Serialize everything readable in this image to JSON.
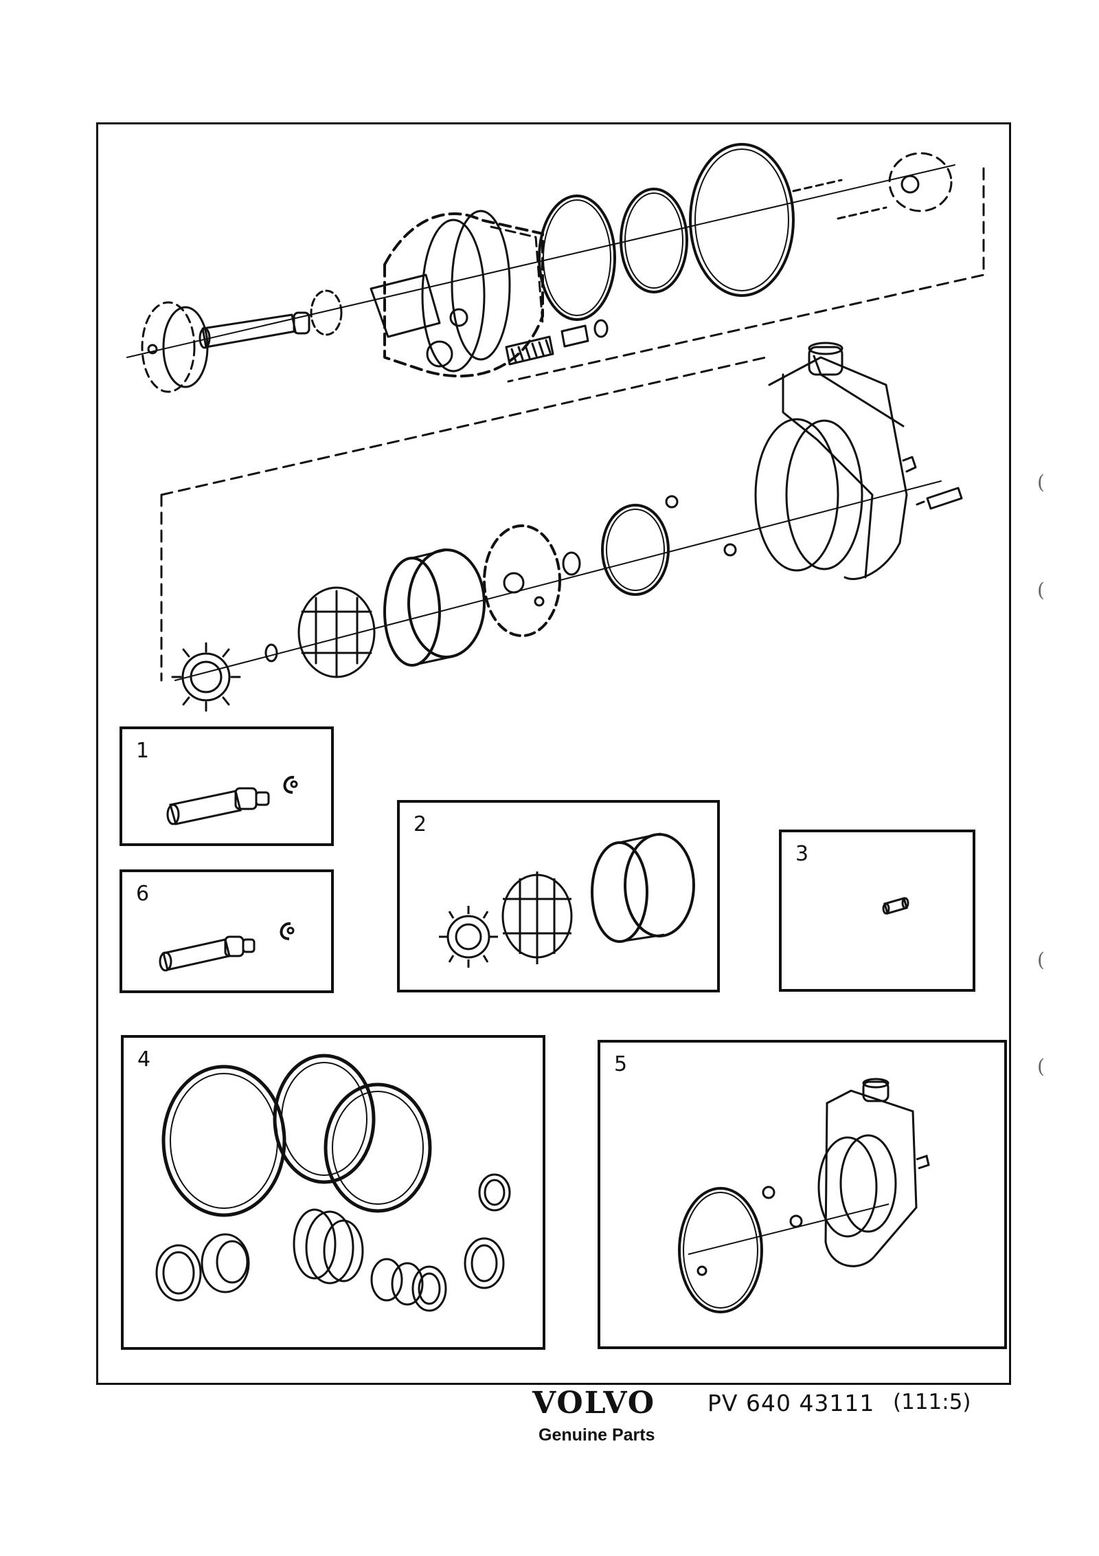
{
  "panels": [
    {
      "number": "1"
    },
    {
      "number": "2"
    },
    {
      "number": "3"
    },
    {
      "number": "6"
    },
    {
      "number": "4"
    },
    {
      "number": "5"
    }
  ],
  "footer": {
    "brand": "VOLVO",
    "part_number": "PV 640 43111",
    "reference": "(111:5)",
    "subtitle": "Genuine Parts"
  },
  "margin_marks": [
    "(",
    "(",
    "(",
    "("
  ]
}
